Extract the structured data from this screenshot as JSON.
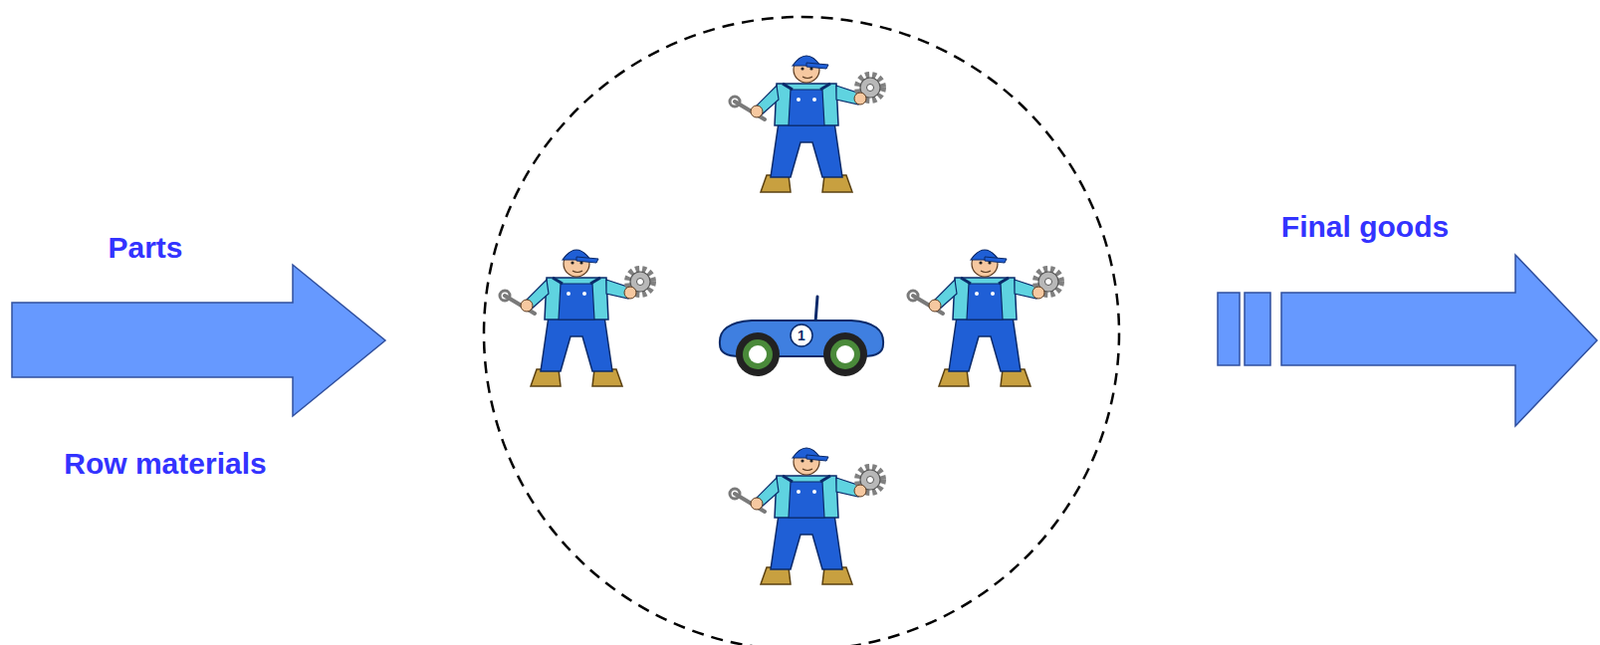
{
  "diagram": {
    "labels": [
      "Parts",
      "Row materials",
      "Final goods",
      "1"
    ]
  }
}
